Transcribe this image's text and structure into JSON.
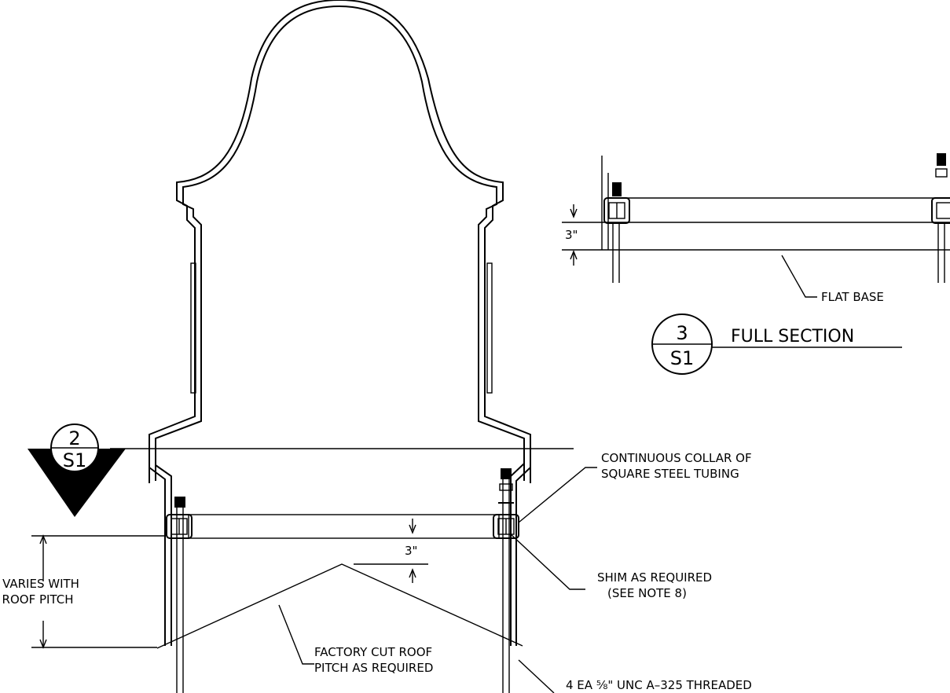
{
  "section_marker": {
    "number": "2",
    "sheet": "S1"
  },
  "detail_marker": {
    "number": "3",
    "sheet": "S1",
    "title": "FULL SECTION"
  },
  "labels": {
    "collar_line1": "CONTINUOUS COLLAR OF",
    "collar_line2": "SQUARE STEEL TUBING",
    "shim_line1": "SHIM AS REQUIRED",
    "shim_line2": "(SEE NOTE 8)",
    "varies_line1": "VARIES WITH",
    "varies_line2": "ROOF PITCH",
    "factory_line1": "FACTORY CUT ROOF",
    "factory_line2": "PITCH AS REQUIRED",
    "bolts": "4 EA ⅝\" UNC A–325 THREADED",
    "flat_base": "FLAT BASE",
    "dim_main": "3\"",
    "dim_detail": "3\""
  }
}
